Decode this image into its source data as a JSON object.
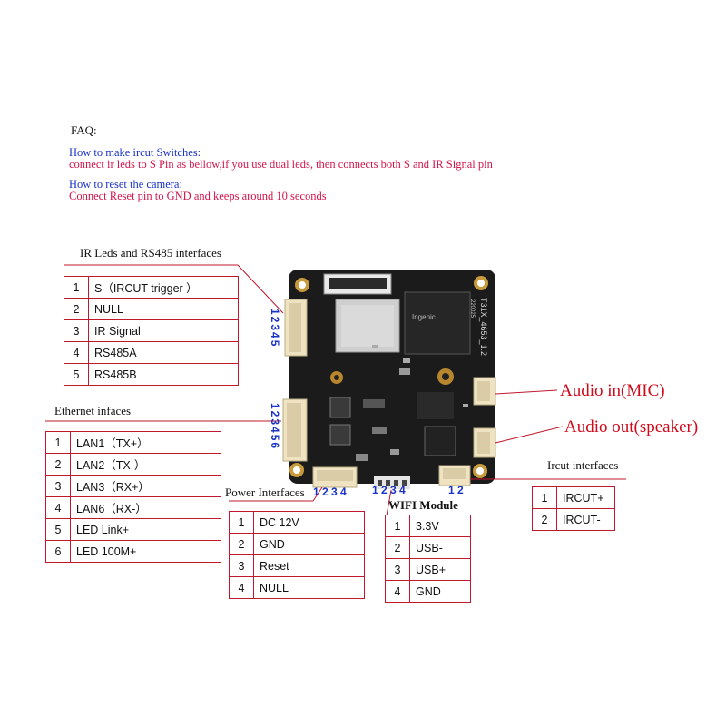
{
  "faq": {
    "title": "FAQ:",
    "q1": "How to make ircut Switches:",
    "a1": "connect ir leds to S Pin as bellow,if you use dual leds, then connects  both S and IR Signal pin",
    "q2": "How to reset the camera:",
    "a2": "Connect Reset pin to GND  and keeps around 10 seconds"
  },
  "ir_leds": {
    "title": "IR Leds and RS485 interfaces",
    "pins": [
      {
        "n": "1",
        "label": "S（IRCUT  trigger      ）"
      },
      {
        "n": "2",
        "label": "NULL"
      },
      {
        "n": "3",
        "label": "IR Signal"
      },
      {
        "n": "4",
        "label": "RS485A"
      },
      {
        "n": "5",
        "label": "RS485B"
      }
    ],
    "pin_numbers": "12345"
  },
  "ethernet": {
    "title": "Ethernet infaces",
    "pins": [
      {
        "n": "1",
        "label": "LAN1（TX+）"
      },
      {
        "n": "2",
        "label": "LAN2（TX-）"
      },
      {
        "n": "3",
        "label": "LAN3（RX+）"
      },
      {
        "n": "4",
        "label": "LAN6（RX-）"
      },
      {
        "n": "5",
        "label": "LED Link+"
      },
      {
        "n": "6",
        "label": "LED 100M+"
      }
    ],
    "pin_numbers": "123456"
  },
  "power": {
    "title": "Power Interfaces",
    "pin_numbers": "1 2 3 4",
    "pins": [
      {
        "n": "1",
        "label": "DC 12V"
      },
      {
        "n": "2",
        "label": "GND"
      },
      {
        "n": "3",
        "label": "Reset"
      },
      {
        "n": "4",
        "label": "NULL"
      }
    ]
  },
  "wifi": {
    "title": "WIFI Module",
    "pin_numbers": "1 2 3 4",
    "pins": [
      {
        "n": "1",
        "label": "3.3V"
      },
      {
        "n": "2",
        "label": "USB-"
      },
      {
        "n": "3",
        "label": "USB+"
      },
      {
        "n": "4",
        "label": "GND"
      }
    ]
  },
  "ircut": {
    "title": "Ircut interfaces",
    "pin_numbers": "1 2",
    "pins": [
      {
        "n": "1",
        "label": "IRCUT+"
      },
      {
        "n": "2",
        "label": "IRCUT-"
      }
    ]
  },
  "audio": {
    "in": "Audio in(MIC)",
    "out": "Audio out(speaker)"
  },
  "board": {
    "chip_brand": "Ingenic",
    "silk_model": "T31X_4653_1.2",
    "silk_date": "220025"
  },
  "colors": {
    "annotation_red": "#c0182c",
    "faq_blue": "#1a33c8",
    "faq_red": "#d6154a",
    "pcb_black": "#1b1b1b",
    "connector_cream": "#efe3c2"
  }
}
